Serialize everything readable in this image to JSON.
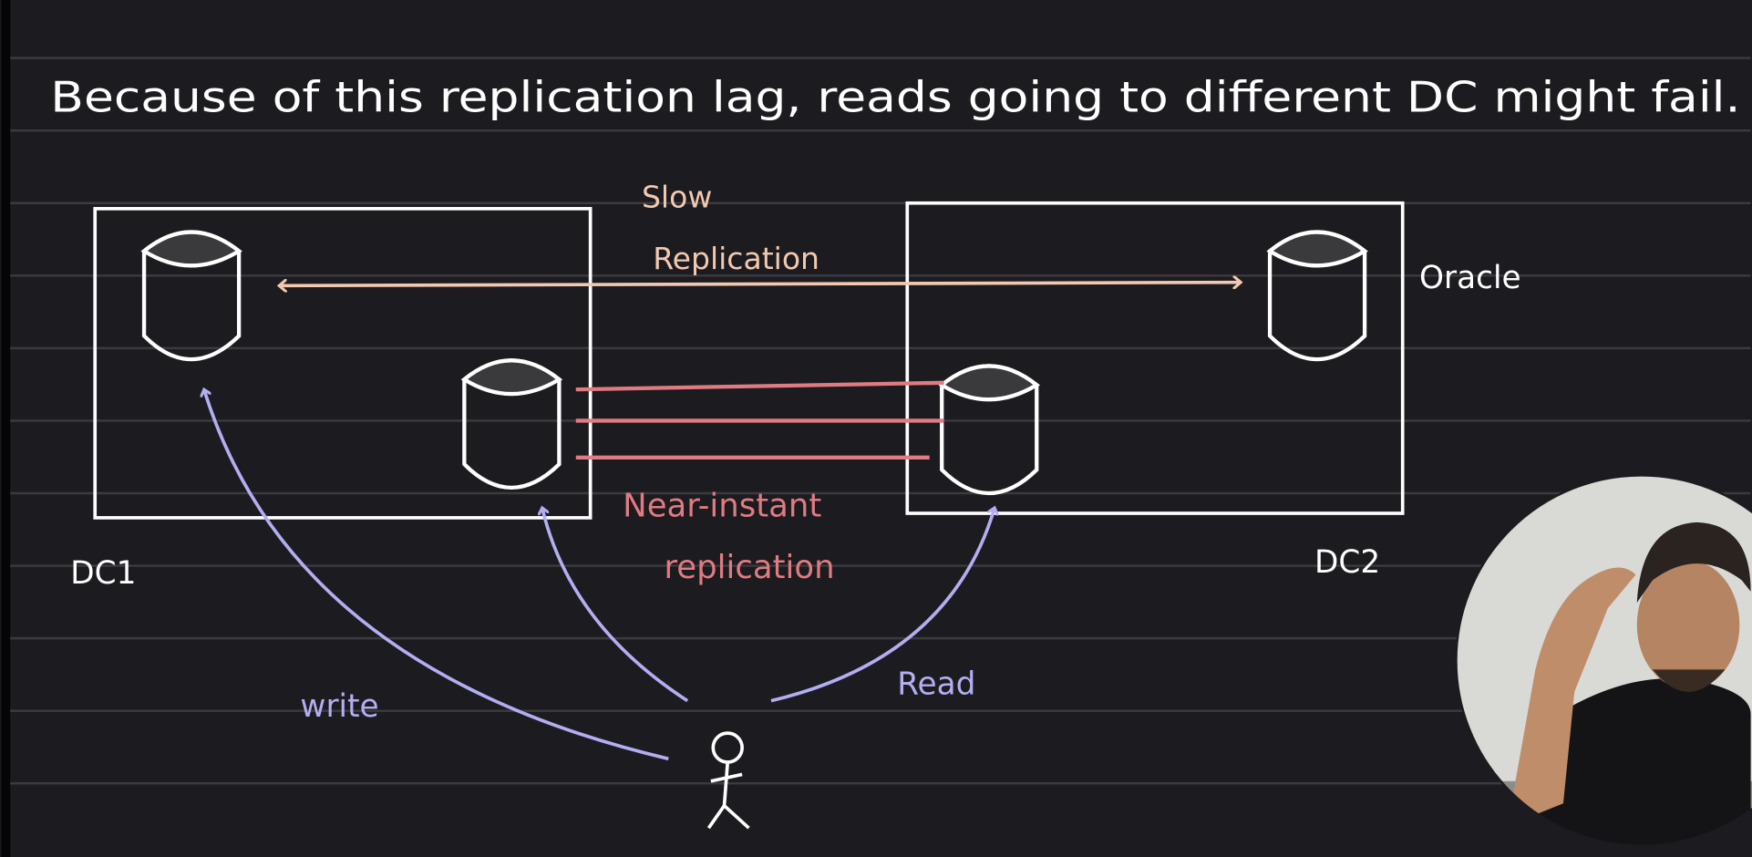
{
  "heading": "Because of this replication lag, reads going to different DC might fail.",
  "diagram": {
    "slow_label_line1": "Slow",
    "slow_label_line2": "Replication",
    "near_label_line1": "Near-instant",
    "near_label_line2": "replication",
    "dc1_label": "DC1",
    "dc2_label": "DC2",
    "oracle_label": "Oracle",
    "write_label": "write",
    "read_label": "Read"
  },
  "colors": {
    "background": "#1c1b1f",
    "ruled_line": "#3b3a3e",
    "ink": "#ffffff",
    "slow_replication": "#f2c9b0",
    "near_replication": "#e07b82",
    "user_arrows": "#b3aef2"
  }
}
